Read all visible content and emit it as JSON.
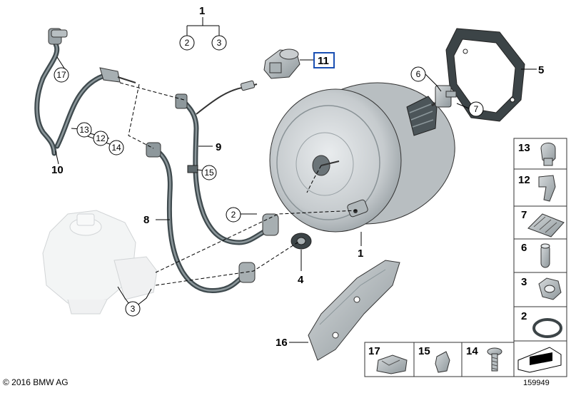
{
  "callouts": {
    "c1_top": "1",
    "c2_top": "2",
    "c3_top": "3",
    "c11": "11",
    "c5": "5",
    "c6": "6",
    "c7": "7",
    "c17": "17",
    "c13": "13",
    "c12": "12",
    "c14": "14",
    "c10": "10",
    "c9": "9",
    "c15": "15",
    "c8": "8",
    "c2_mid": "2",
    "c1_mid": "1",
    "c4": "4",
    "c3_bottom": "3",
    "c16": "16"
  },
  "legend_right": [
    "13",
    "12",
    "7",
    "6",
    "3",
    "2"
  ],
  "legend_bottom": [
    "17",
    "15",
    "14"
  ],
  "copyright": "© 2016 BMW AG",
  "diagram_id": "159949",
  "colors": {
    "part_grey": "#c9cdcf",
    "hose": "#3f4a4e",
    "highlight_box": "#1a4fb3"
  }
}
